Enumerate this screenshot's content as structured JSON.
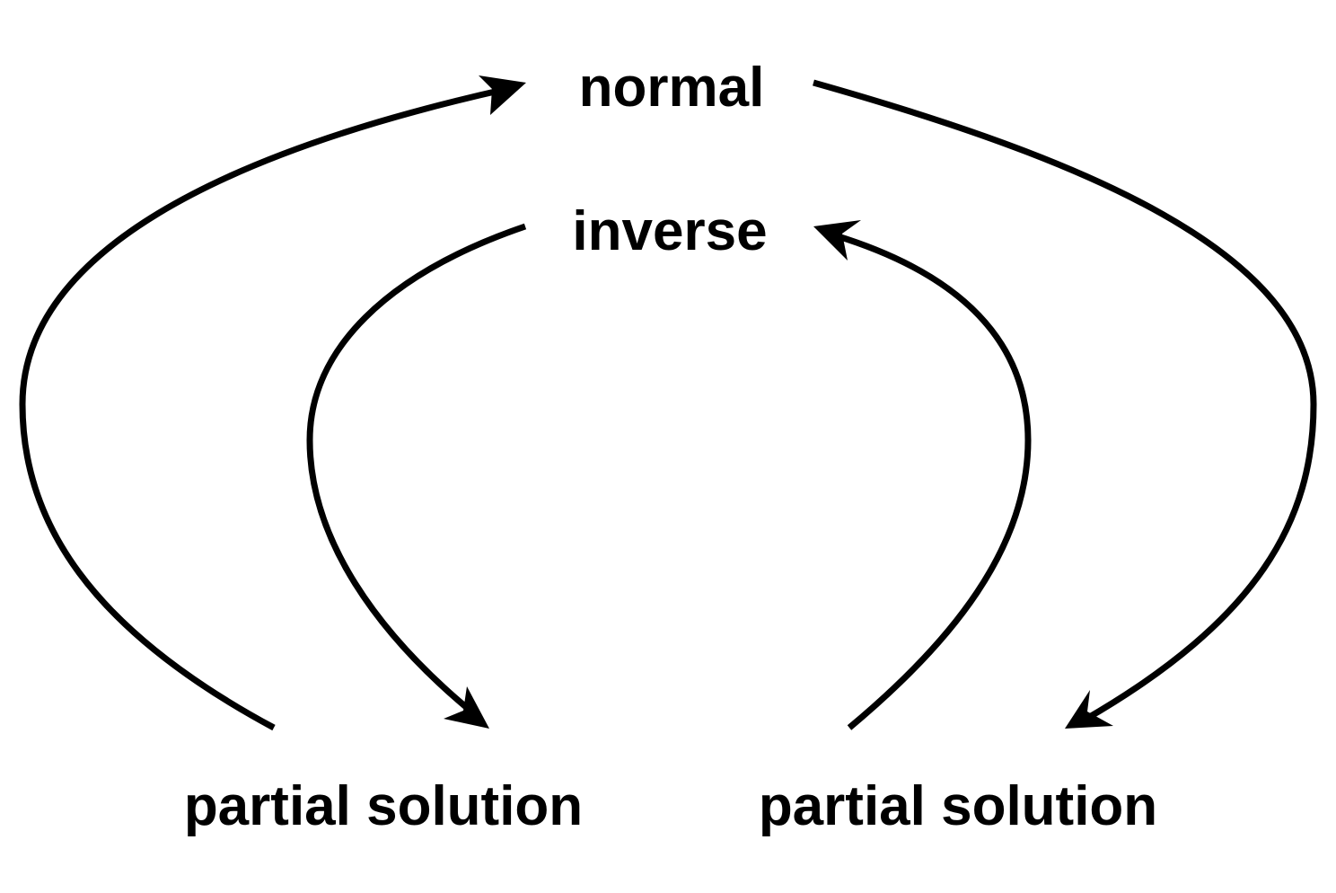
{
  "nodes": {
    "normal": "normal",
    "inverse": "inverse",
    "partial_left": "partial solution",
    "partial_right": "partial solution"
  },
  "colors": {
    "ink": "#000000",
    "background": "#ffffff"
  }
}
